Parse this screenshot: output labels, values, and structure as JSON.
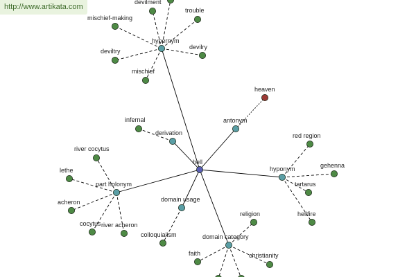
{
  "watermark": "http://www.artikata.com",
  "colors": {
    "center": "#5b5fb3",
    "relation": "#5a9ea5",
    "leaf": "#4e8a45",
    "antonym_leaf": "#9b3a35",
    "edge": "#000000"
  },
  "graph": {
    "center": "hell",
    "relations": [
      {
        "label": "hypernym",
        "leaves": [
          "devilment",
          "trouble",
          "devilry",
          "mischief",
          "deviltry",
          "mischief-making",
          ""
        ]
      },
      {
        "label": "antonym",
        "leaves": [
          "heaven"
        ]
      },
      {
        "label": "derivation",
        "leaves": [
          "infernal"
        ]
      },
      {
        "label": "hyponym",
        "leaves": [
          "red region",
          "gehenna",
          "tartarus",
          "hellfire"
        ]
      },
      {
        "label": "part holonym",
        "leaves": [
          "river cocytus",
          "lethe",
          "acheron",
          "cocytus",
          "river acheron"
        ]
      },
      {
        "label": "domain usage",
        "leaves": [
          "colloquialism"
        ]
      },
      {
        "label": "domain category",
        "leaves": [
          "religion",
          "faith",
          "christianity",
          "",
          ""
        ]
      }
    ]
  }
}
